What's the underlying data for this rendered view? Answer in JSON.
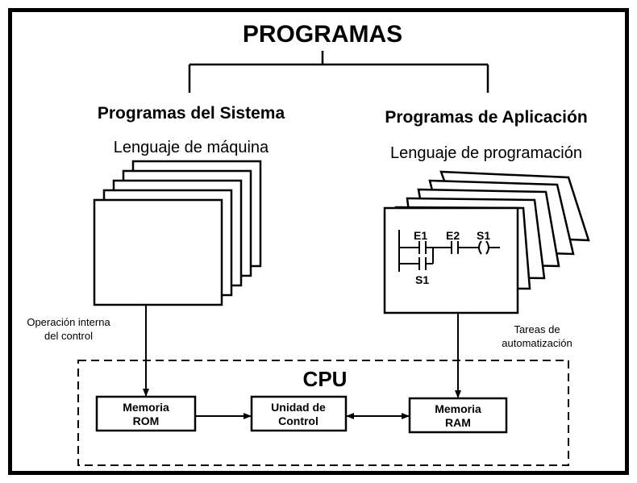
{
  "title": "PROGRAMAS",
  "left": {
    "heading": "Programas del Sistema",
    "subheading": "Lenguaje de máquina",
    "caption_line1": "Operación interna",
    "caption_line2": "del control"
  },
  "right": {
    "heading": "Programas de Aplicación",
    "subheading": "Lenguaje de programación",
    "caption_line1": "Tareas de",
    "caption_line2": "automatización",
    "ladder": {
      "e1": "E1",
      "e2": "E2",
      "s1_coil": "S1",
      "s1_contact": "S1"
    }
  },
  "cpu": {
    "label": "CPU",
    "rom_line1": "Memoria",
    "rom_line2": "ROM",
    "control_line1": "Unidad de",
    "control_line2": "Control",
    "ram_line1": "Memoria",
    "ram_line2": "RAM"
  }
}
